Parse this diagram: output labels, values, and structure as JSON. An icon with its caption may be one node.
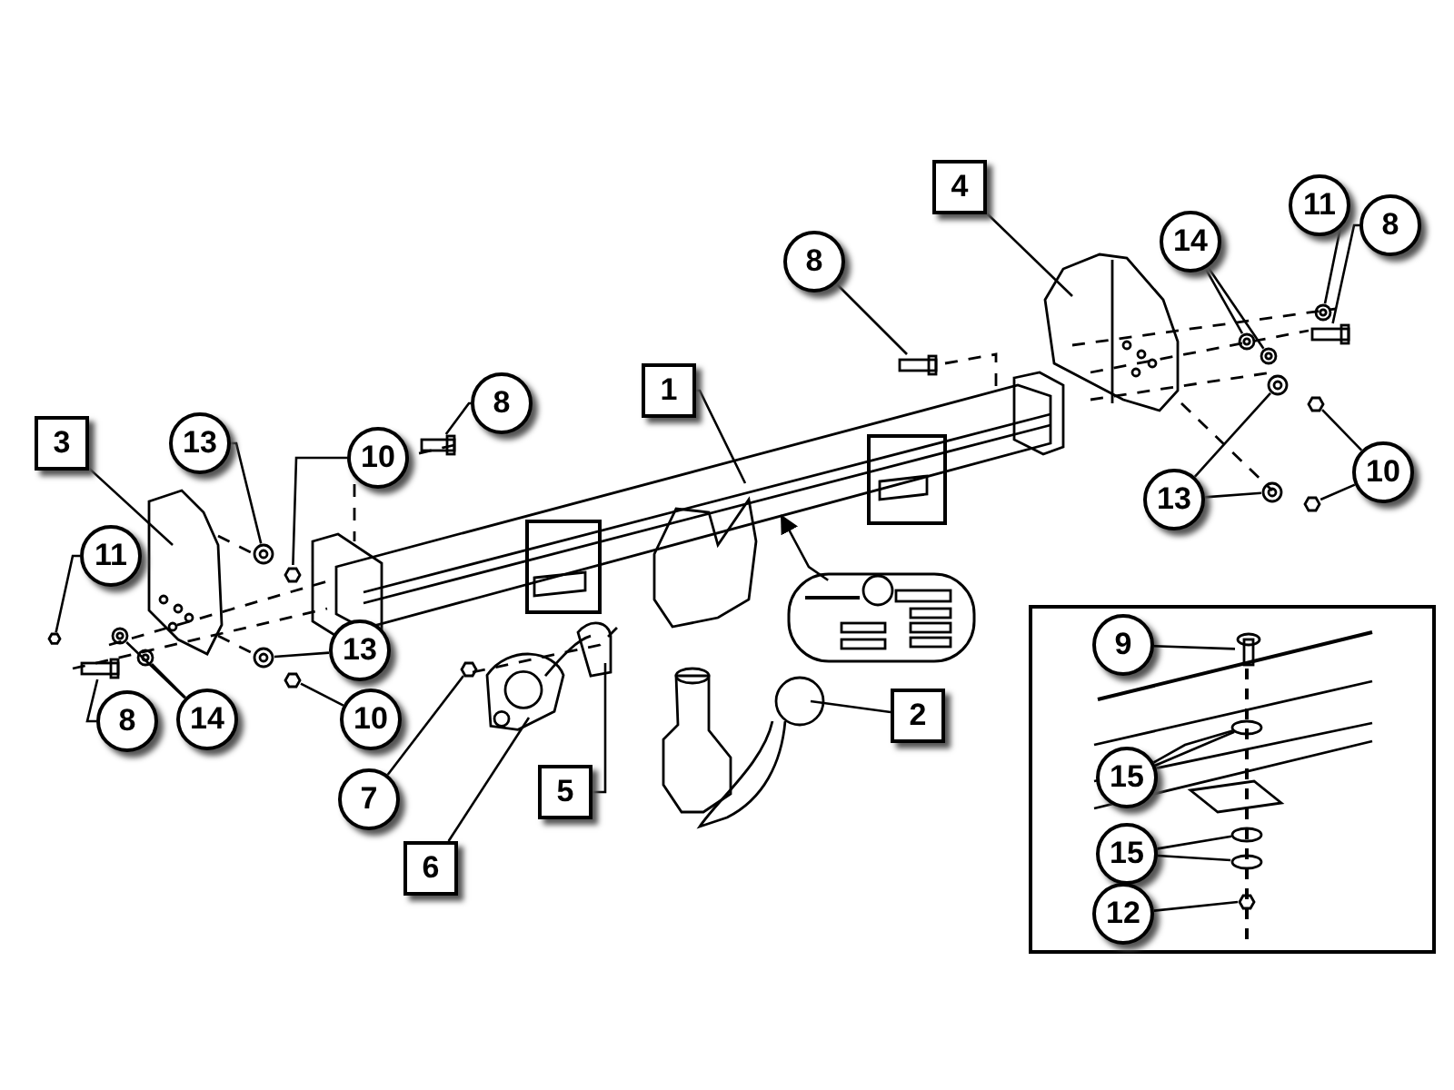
{
  "diagram": {
    "nodes": [
      {
        "text": [
          "4"
        ]
      },
      {
        "text": [
          "11"
        ]
      },
      {
        "text": [
          "8"
        ]
      },
      {
        "text": [
          "8"
        ]
      },
      {
        "text": [
          "14"
        ]
      },
      {
        "text": [
          "1"
        ]
      },
      {
        "text": [
          "8"
        ]
      },
      {
        "text": [
          "3"
        ]
      },
      {
        "text": [
          "13"
        ]
      },
      {
        "text": [
          "10"
        ]
      },
      {
        "text": [
          "13"
        ]
      },
      {
        "text": [
          "10"
        ]
      },
      {
        "text": [
          "11"
        ]
      },
      {
        "text": [],
        "shape": "picture"
      },
      {
        "text": [],
        "shape": "box"
      },
      {
        "text": [
          "9"
        ],
        "in": 14
      },
      {
        "text": [
          "13"
        ]
      },
      {
        "text": [
          "8"
        ]
      },
      {
        "text": [
          "14"
        ]
      },
      {
        "text": [
          "10"
        ]
      },
      {
        "text": [
          "2"
        ]
      },
      {
        "text": [
          "5"
        ]
      },
      {
        "text": [
          "15"
        ],
        "in": 14
      },
      {
        "text": [
          "7"
        ]
      },
      {
        "text": [
          "6"
        ]
      },
      {
        "text": [
          "15"
        ],
        "in": 14
      },
      {
        "text": [
          "12"
        ],
        "in": 14
      },
      {
        "text": [],
        "shape": "picture"
      },
      {
        "text": [],
        "shape": "picture"
      },
      {
        "text": [],
        "shape": "box"
      },
      {
        "text": [],
        "shape": "box"
      },
      {
        "text": [],
        "shape": "picture"
      },
      {
        "text": [],
        "shape": "picture"
      },
      {
        "text": [],
        "shape": "picture"
      },
      {
        "text": [],
        "shape": "box"
      },
      {
        "text": [],
        "shape": "picture"
      },
      {
        "text": [],
        "shape": "picture"
      },
      {
        "text": [],
        "shape": "picture"
      },
      {
        "text": [],
        "shape": "picture"
      },
      {
        "text": [],
        "shape": "picture"
      },
      {
        "text": [],
        "shape": "picture"
      },
      {
        "text": [],
        "shape": "picture"
      },
      {
        "text": [],
        "shape": "picture"
      },
      {
        "text": [],
        "shape": "picture",
        "in": 14
      },
      {
        "text": [],
        "shape": "picture"
      },
      {
        "text": [],
        "shape": "box"
      },
      {
        "text": [],
        "shape": "picture"
      },
      {
        "text": [],
        "shape": "picture"
      },
      {
        "text": [],
        "shape": "picture"
      },
      {
        "text": [],
        "shape": "picture"
      },
      {
        "text": [],
        "shape": "box"
      },
      {
        "text": [],
        "shape": "circle",
        "in": 14
      },
      {
        "text": [],
        "shape": "picture"
      },
      {
        "text": [],
        "shape": "picture"
      },
      {
        "text": [],
        "shape": "circle",
        "in": 14
      },
      {
        "text": [],
        "shape": "circle",
        "in": 14
      },
      {
        "text": [],
        "shape": "picture",
        "in": 14
      }
    ],
    "edges": [
      {
        "from": 0,
        "to": 27,
        "arrow": "none"
      },
      {
        "from": 1,
        "to": 28,
        "arrow": "none"
      },
      {
        "from": 2,
        "to": 29,
        "arrow": "none"
      },
      {
        "from": 3,
        "to": 30,
        "arrow": "none"
      },
      {
        "from": 4,
        "to": 31,
        "arrow": "none"
      },
      {
        "from": 4,
        "to": 32,
        "arrow": "none"
      },
      {
        "from": 5,
        "to": 33,
        "arrow": "none"
      },
      {
        "from": 6,
        "to": 34,
        "arrow": "none"
      },
      {
        "from": 7,
        "to": 35,
        "arrow": "none"
      },
      {
        "from": 8,
        "to": 36,
        "arrow": "none"
      },
      {
        "from": 9,
        "to": 37,
        "arrow": "none"
      },
      {
        "from": 10,
        "to": 38,
        "arrow": "none"
      },
      {
        "from": 10,
        "to": 39,
        "arrow": "none"
      },
      {
        "from": 11,
        "to": 40,
        "arrow": "none"
      },
      {
        "from": 11,
        "to": 41,
        "arrow": "none"
      },
      {
        "from": 12,
        "to": 42,
        "arrow": "none"
      },
      {
        "from": 13,
        "to": 33,
        "arrow": "to"
      },
      {
        "from": 15,
        "to": 43,
        "arrow": "none"
      },
      {
        "from": 16,
        "to": 44,
        "arrow": "none"
      },
      {
        "from": 17,
        "to": 45,
        "arrow": "none"
      },
      {
        "from": 18,
        "to": 46,
        "arrow": "none"
      },
      {
        "from": 18,
        "to": 47,
        "arrow": "none"
      },
      {
        "from": 19,
        "to": 48,
        "arrow": "none"
      },
      {
        "from": 20,
        "to": 49,
        "arrow": "none"
      },
      {
        "from": 21,
        "to": 50,
        "arrow": "none"
      },
      {
        "from": 22,
        "to": 51,
        "arrow": "none"
      },
      {
        "from": 22,
        "to": 51,
        "arrow": "none"
      },
      {
        "from": 23,
        "to": 52,
        "arrow": "none"
      },
      {
        "from": 24,
        "to": 53,
        "arrow": "none"
      },
      {
        "from": 25,
        "to": 54,
        "arrow": "none"
      },
      {
        "from": 25,
        "to": 55,
        "arrow": "none"
      },
      {
        "from": 26,
        "to": 56,
        "arrow": "none"
      }
    ]
  }
}
